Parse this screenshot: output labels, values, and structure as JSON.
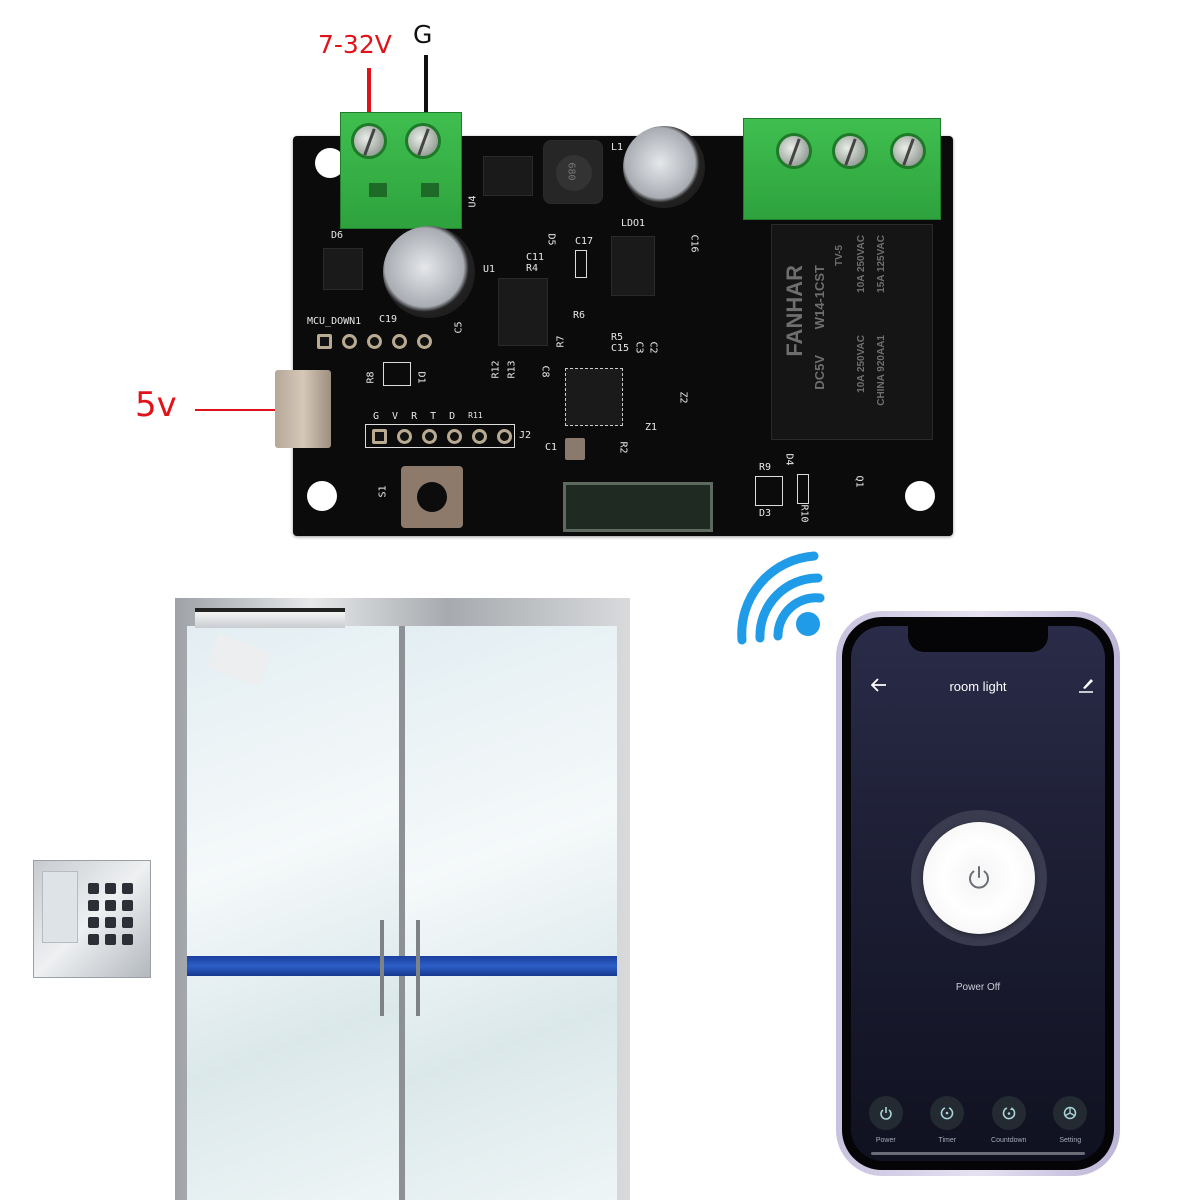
{
  "labels": {
    "power_input": "7-32V",
    "ground": "G",
    "usb_power": "5v"
  },
  "colors": {
    "label_red": "#e0131a",
    "wifi_blue": "#1f9be8",
    "pcb_black": "#0b0b0c",
    "terminal_green": "#35b145",
    "app_bg": "#1d1e34"
  },
  "pcb": {
    "silkscreen": {
      "d6": "D6",
      "c19": "C19",
      "mcu_header": "MCU_DOWN1",
      "u4": "U4",
      "u1": "U1",
      "d5": "D5",
      "c11": "C11",
      "r4": "R4",
      "c17": "C17",
      "ldo1": "LDO1",
      "c16": "C16",
      "l1": "L1",
      "r6": "R6",
      "r5": "R5",
      "c15": "C15",
      "r7": "R7",
      "c5": "C5",
      "r8": "R8",
      "d1": "D1",
      "r12": "R12",
      "r13": "R13",
      "c8": "C8",
      "c3": "C3",
      "c2": "C2",
      "z2": "Z2",
      "z1": "Z1",
      "r2": "R2",
      "c1": "C1",
      "s1": "S1",
      "j2": "J2",
      "r9": "R9",
      "d4": "D4",
      "d3": "D3",
      "r10": "R10",
      "q1": "Q1",
      "inductor_mark": "680"
    },
    "header_pins": [
      "G",
      "V",
      "R",
      "T",
      "D",
      "R11"
    ],
    "relay": {
      "brand": "FANHAR",
      "model": "W14-1CST",
      "coil": "DC5V",
      "rating_1": "10A 250VAC",
      "rating_2": "15A 125VAC",
      "rating_3": "10A 250VAC",
      "origin": "CHINA 920AA1",
      "cert": "TV-5"
    }
  },
  "phone": {
    "app": {
      "title": "room light",
      "back_icon": "arrow-left-icon",
      "edit_icon": "pencil-icon",
      "power_status": "Power Off",
      "nav": [
        {
          "label": "Power",
          "icon": "power-icon"
        },
        {
          "label": "Timer",
          "icon": "timer-icon"
        },
        {
          "label": "Countdown",
          "icon": "countdown-icon"
        },
        {
          "label": "Setting",
          "icon": "settings-icon"
        }
      ]
    }
  }
}
